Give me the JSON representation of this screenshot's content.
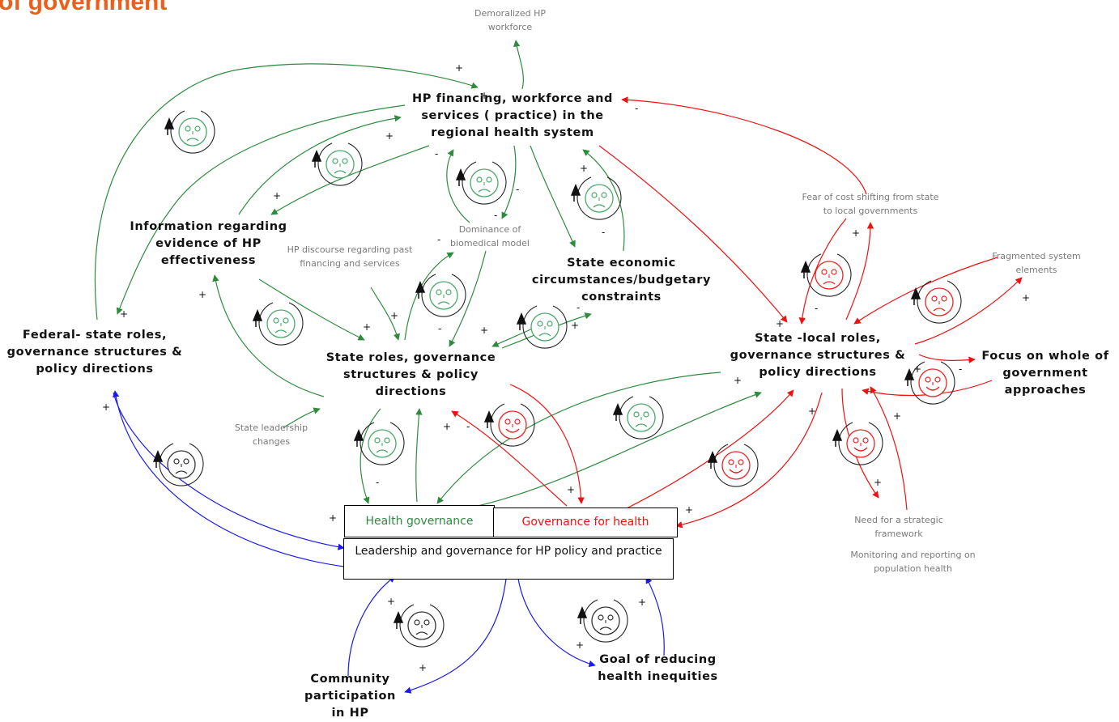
{
  "page_title": "of government",
  "nodes": {
    "hp_financing": "HP financing, workforce and services ( practice) in the regional health system",
    "demoralized": "Demoralized HP workforce",
    "information": "Information regarding evidence of HP effectiveness",
    "hp_discourse": "HP discourse regarding past financing and services",
    "dominance": "Dominance of biomedical model",
    "state_economic": "State economic circumstances/budgetary constraints",
    "fear_cost": "Fear of cost shifting from state to local governments",
    "fragmented": "Fragmented system elements",
    "federal_state": "Federal- state roles, governance structures & policy directions",
    "state_roles": "State roles, governance structures & policy directions",
    "state_local": "State -local roles, governance structures & policy directions",
    "focus_whole": "Focus on whole of government approaches",
    "state_leadership": "State leadership changes",
    "need_framework": "Need for a strategic framework",
    "monitoring": "Monitoring and reporting on population health",
    "community": "Community participation in HP",
    "goal_inequities": "Goal of reducing health inequities"
  },
  "boxes": {
    "health_governance": "Health governance",
    "governance_for_health": "Governance for health",
    "leadership": "Leadership and governance for HP policy and practice"
  },
  "colors": {
    "title": "#e8601c",
    "green": "#2e8b3e",
    "red": "#ee1111",
    "blue": "#1a1aee",
    "health_governance_text": "#2e8b3e",
    "governance_for_health_text": "#ee1111"
  }
}
